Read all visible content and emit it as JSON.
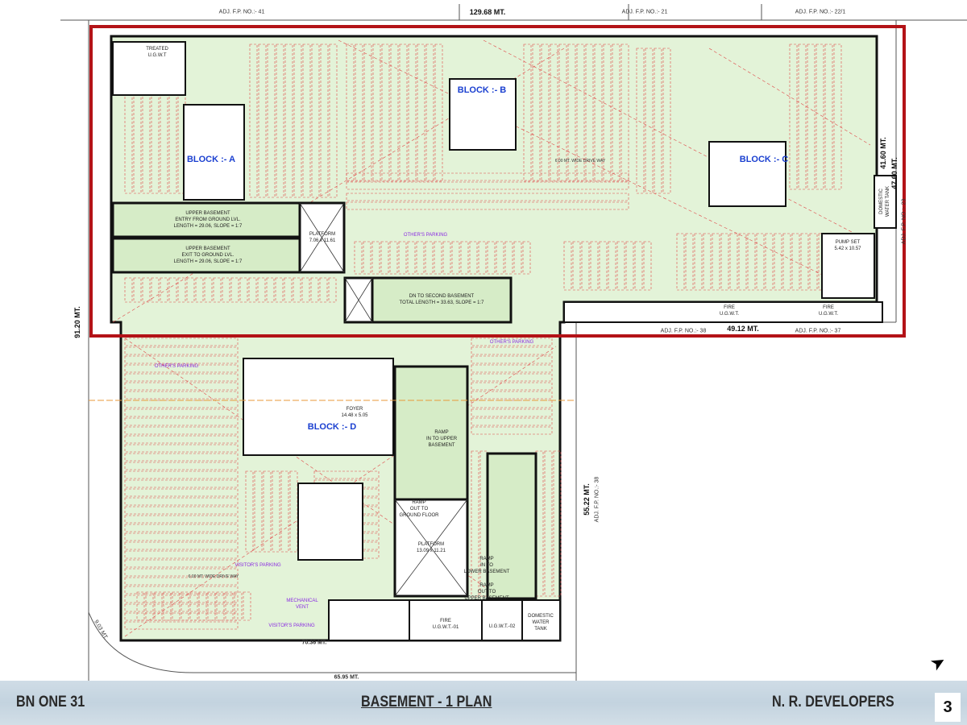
{
  "site": {
    "adj_top": [
      "ADJ. F.P. NO.:- 41",
      "ADJ. F.P. NO.:- 21",
      "ADJ. F.P. NO.:- 22/1"
    ],
    "top_length": "129.68 MT.",
    "left_length": "91.20 MT.",
    "right_length": "47.60 MT.",
    "right_inner_length": "41.60 MT.",
    "adj_right": "ADJ. F.P. NO.:- 23",
    "adj_mid_left": "ADJ. F.P. NO.:- 38",
    "mid_length": "49.12 MT.",
    "adj_mid_right": "ADJ. F.P. NO.:- 37",
    "lower_right_length": "55.22 MT.",
    "adj_lower_right": "ADJ. F.P. NO.:- 38",
    "bottom_inner_length": "70.36 MT.",
    "bottom_length": "65.95 MT.",
    "corner_length": "9.03 MT."
  },
  "blocks": {
    "a": "BLOCK :- A",
    "b": "BLOCK :- B",
    "c": "BLOCK :- C",
    "d": "BLOCK :- D"
  },
  "ramps": {
    "entry": "UPPER BASEMENT\nENTRY FROM GROUND LVL.\nLENGTH = 29.06, SLOPE = 1:7",
    "exit": "UPPER BASEMENT\nEXIT TO GROUND LVL.\nLENGTH = 29.06, SLOPE = 1:7",
    "platform_a": "PLATFORM\n7.06 x 11.61",
    "second_basement": "DN TO SECOND BASEMENT\nTOTAL LENGTH = 33.63, SLOPE = 1:7",
    "into_upper": "RAMP\nIN TO UPPER\nBASEMENT",
    "out_ground": "RAMP\nOUT TO\nGROUND FLOOR",
    "platform_d": "PLATFORM\n13.09 x 11.21",
    "into_lower": "RAMP\nIN TO\nLOWER BASEMENT",
    "out_upper": "RAMP\nOUT TO\nUPPER BASEMENT"
  },
  "rooms": {
    "pump_set": "PUMP SET\n5.42 x 10.57",
    "domestic_tank_right": "DOMESTIC\nWATER TANK",
    "fire_ugwt": "FIRE\nU.G.W.T.",
    "fire_ugwt_01": "FIRE\nU.G.W.T.-01",
    "ugwt_02": "U.G.W.T.-02",
    "domestic_tank": "DOMESTIC\nWATER\nTANK",
    "treated": "TREATED\nU.G.W.T",
    "foyer_d": "FOYER\n14.48 x 5.05",
    "mechanical_vent": "MECHANICAL\nVENT"
  },
  "parking": {
    "others": "OTHER'S PARKING",
    "visitors": "VISITOR'S PARKING",
    "drive_way": "6.00 MT. WIDE DRIVE WAY"
  },
  "footer": {
    "project": "BN ONE 31",
    "title": "BASEMENT - 1 PLAN",
    "developer": "N. R. DEVELOPERS",
    "page": "3"
  },
  "colors": {
    "plan_fill": "#e3f3d8",
    "parking_lines": "#e04848",
    "highlight_frame": "#b31217",
    "block_label": "#1a3fd0"
  }
}
